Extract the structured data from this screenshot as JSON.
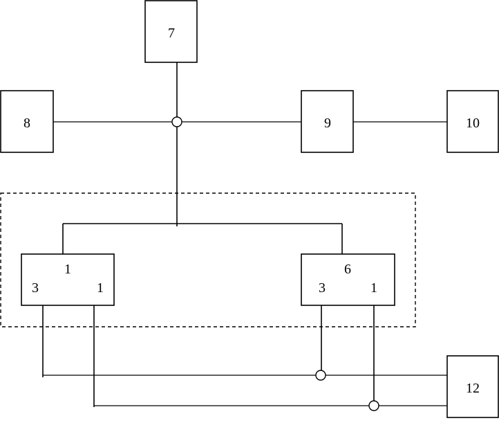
{
  "blocks": {
    "b7": "7",
    "b8": "8",
    "b9": "9",
    "b10": "10",
    "b12": "12"
  },
  "module_a": {
    "title": "1",
    "port_left": "3",
    "port_right": "1"
  },
  "module_b": {
    "title": "6",
    "port_left": "3",
    "port_right": "1"
  }
}
